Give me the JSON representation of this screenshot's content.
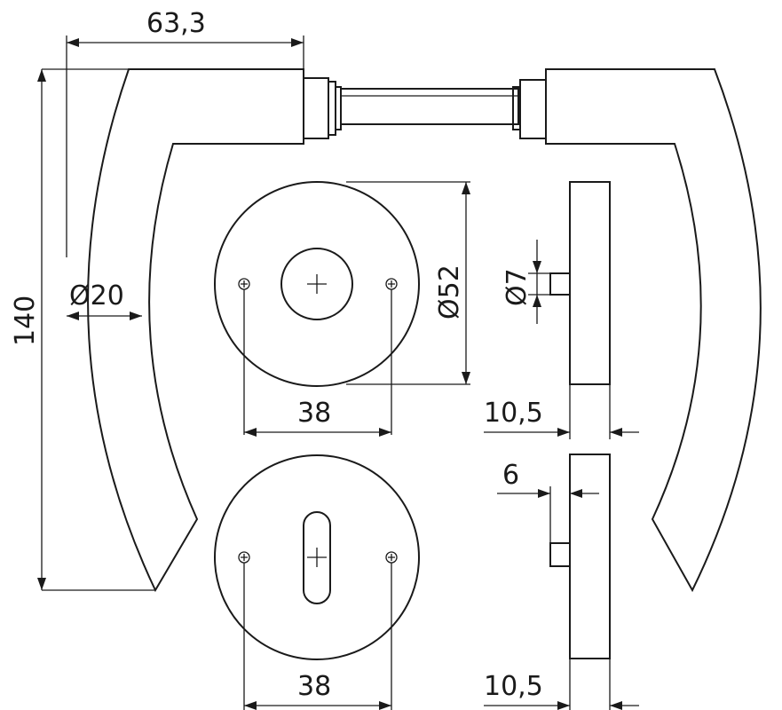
{
  "drawing": {
    "dimensions": {
      "handle_length": "63,3",
      "handle_height": "140",
      "grip_diameter": "Ø20",
      "rosette_diameter": "Ø52",
      "spindle_diameter": "Ø7",
      "screw_spacing_top": "38",
      "rosette_thickness_top": "10,5",
      "stub_offset": "6",
      "screw_spacing_bottom": "38",
      "rosette_thickness_bottom": "10,5"
    }
  }
}
